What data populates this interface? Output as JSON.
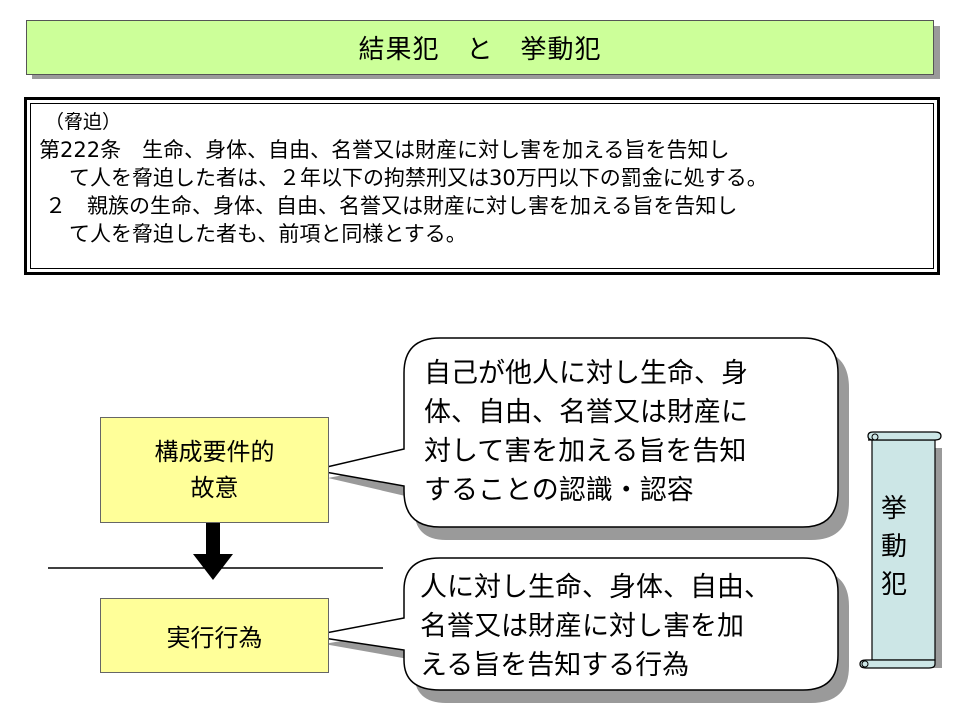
{
  "title": "結果犯　と　挙動犯",
  "law": {
    "heading": "（脅迫）",
    "lines": [
      "第222条　生命、身体、自由、名誉又は財産に対し害を加える旨を告知し",
      "て人を脅迫した者は、２年以下の拘禁刑又は30万円以下の罰金に処する。",
      "２　親族の生命、身体、自由、名誉又は財産に対し害を加える旨を告知し",
      "て人を脅迫した者も、前項と同様とする。"
    ]
  },
  "diagram": {
    "intent_box": {
      "line1": "構成要件的",
      "line2": "故意"
    },
    "act_box": "実行行為",
    "intent_bubble": [
      "自己が他人に対し生命、身",
      "体、自由、名誉又は財産に",
      "対して害を加える旨を告知",
      "することの認識・認容"
    ],
    "act_bubble": [
      "人に対し生命、身体、自由、",
      "名誉又は財産に対し害を加",
      "える旨を告知する行為"
    ],
    "scroll_label": [
      "挙",
      "動",
      "犯"
    ]
  },
  "colors": {
    "title_bg": "#ccff99",
    "box_bg": "#ffff99",
    "scroll_bg": "#cce6e6",
    "shadow": "#9a9a9a"
  }
}
